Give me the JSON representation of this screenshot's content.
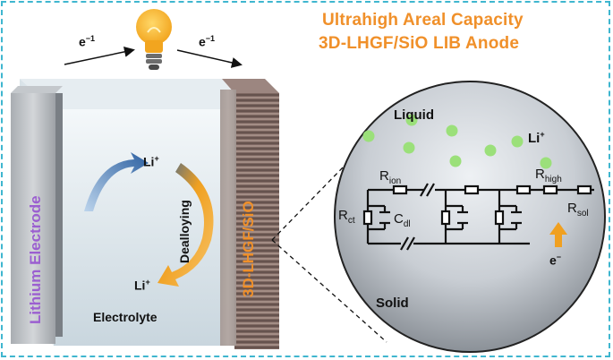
{
  "title": {
    "line1": "Ultrahigh Areal Capacity",
    "line2": "3D-LHGF/SiO LIB Anode"
  },
  "electron_left": {
    "base": "e",
    "sup": "−1"
  },
  "electron_right": {
    "base": "e",
    "sup": "−1"
  },
  "cell": {
    "lithium_electrode": "Lithium Electrode",
    "anode": "3D-LHGF/SiO",
    "electrolyte": "Electrolyte",
    "dealloying": "Dealloying",
    "li_top": {
      "base": "Li",
      "sup": "+"
    },
    "li_bottom": {
      "base": "Li",
      "sup": "+"
    }
  },
  "zoom": {
    "liquid": "Liquid",
    "solid": "Solid",
    "li_ion": {
      "base": "Li",
      "sup": "+"
    },
    "electron": {
      "base": "e",
      "sup": "−"
    },
    "r_ion": {
      "base": "R",
      "sub": "ion"
    },
    "r_high": {
      "base": "R",
      "sub": "high"
    },
    "r_ct": {
      "base": "R",
      "sub": "ct"
    },
    "c_dl": {
      "base": "C",
      "sub": "dl"
    },
    "r_sol": {
      "base": "R",
      "sub": "sol"
    }
  },
  "colors": {
    "title": "#f0902a",
    "frame": "#3fb6cf",
    "lithium_text": "#9b5fd0",
    "anode_text": "#f0902a",
    "li_particle": "#9be07a",
    "arrow_blue": "#2b5fa0",
    "arrow_orange": "#f0a020"
  }
}
